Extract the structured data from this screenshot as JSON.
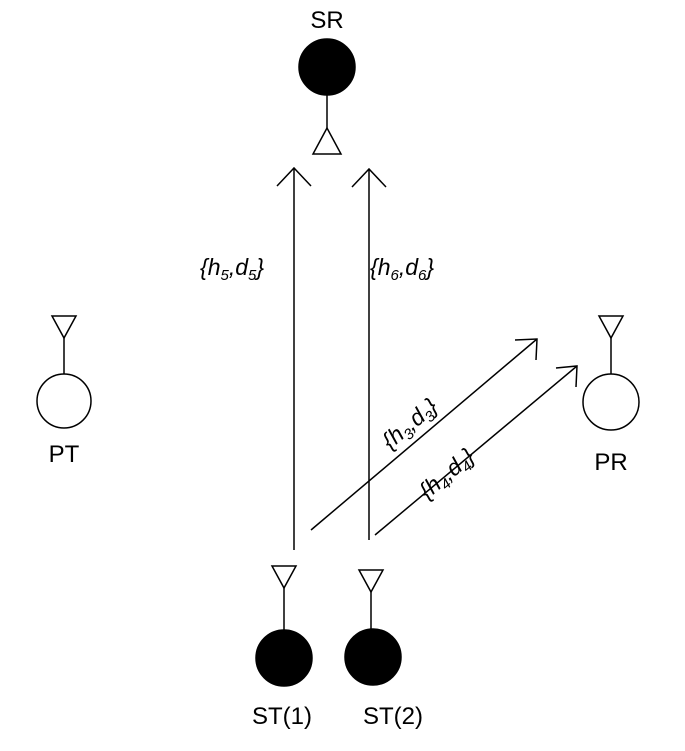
{
  "nodes": {
    "sr": {
      "label": "SR",
      "fill": "#000000"
    },
    "pt": {
      "label": "PT",
      "fill": "#ffffff"
    },
    "pr": {
      "label": "PR",
      "fill": "#ffffff"
    },
    "st1": {
      "label": "ST(1)",
      "fill": "#000000"
    },
    "st2": {
      "label": "ST(2)",
      "fill": "#000000"
    }
  },
  "links": {
    "st1_sr": {
      "open": "{",
      "h": "h",
      "h_sub": "5",
      "sep": ",",
      "d": "d",
      "d_sub": "5",
      "close": "}"
    },
    "st2_sr": {
      "open": "{",
      "h": "h",
      "h_sub": "6",
      "sep": ",",
      "d": "d",
      "d_sub": "6",
      "close": "}"
    },
    "st1_pr": {
      "open": "{",
      "h": "h",
      "h_sub": "3",
      "sep": ",",
      "d": "d",
      "d_sub": "3",
      "close": "}"
    },
    "st2_pr": {
      "open": "{",
      "h": "h",
      "h_sub": "4",
      "sep": ",",
      "d": "d",
      "d_sub": "4",
      "close": "}"
    }
  }
}
